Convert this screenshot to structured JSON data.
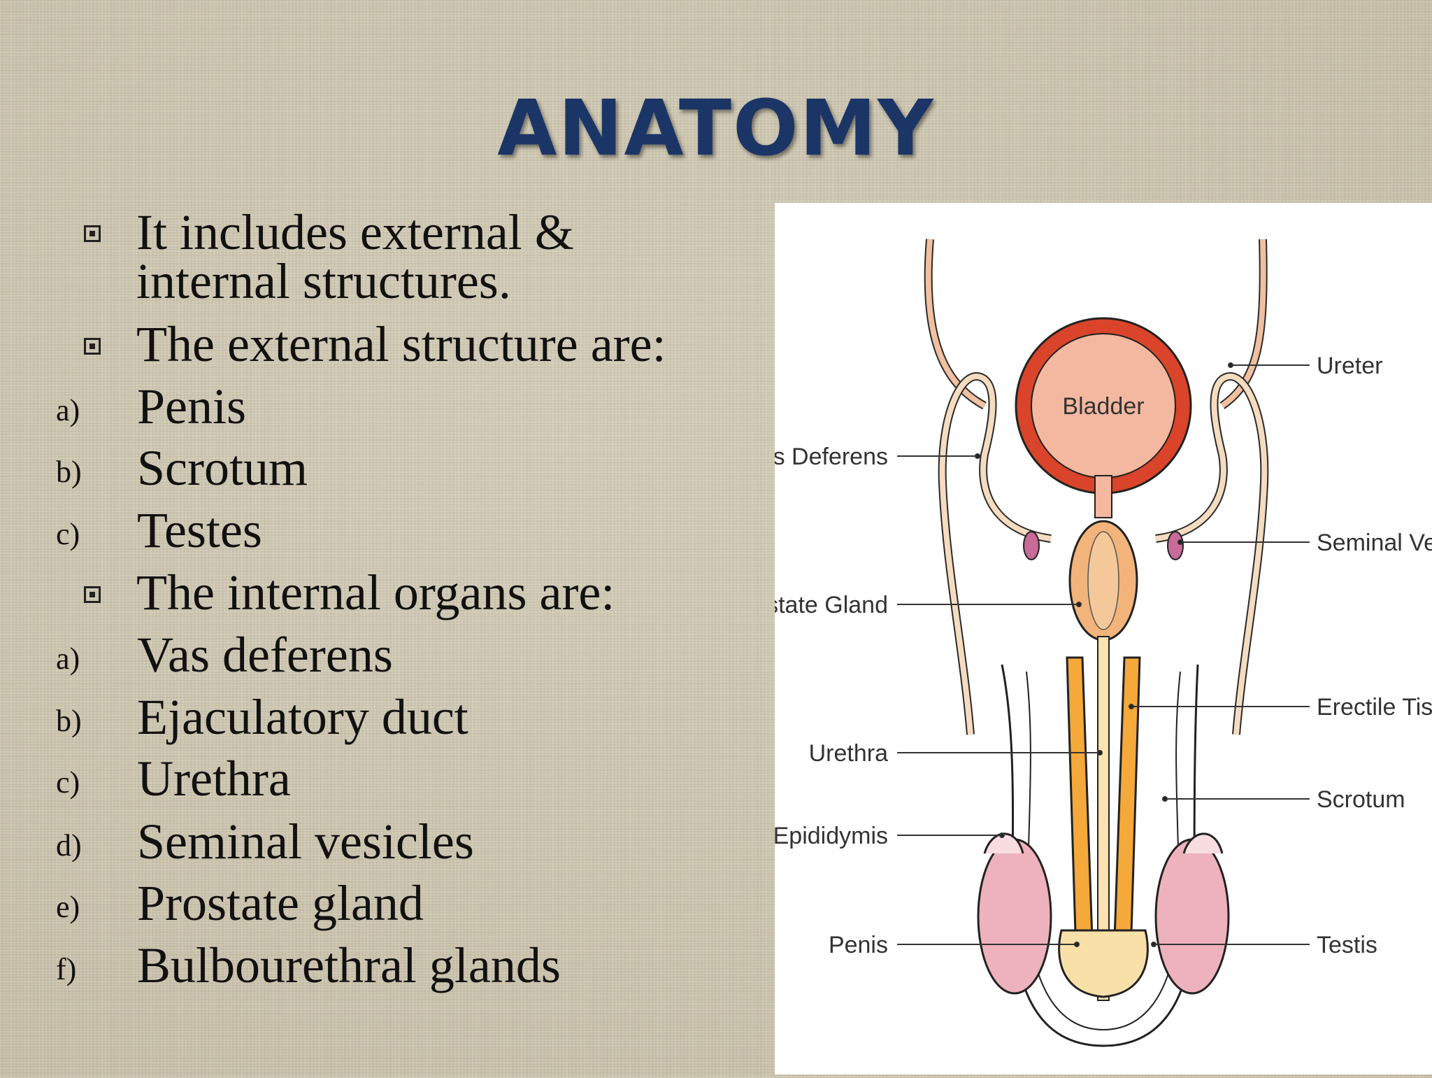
{
  "title": "ANATOMY",
  "bullets": {
    "b1_line1": "It includes external &",
    "b1_line2": "internal structures.",
    "b2": "The external structure are:",
    "b3": "The internal organs are:"
  },
  "external": [
    {
      "marker": "a)",
      "text": "Penis"
    },
    {
      "marker": "b)",
      "text": "Scrotum"
    },
    {
      "marker": "c)",
      "text": "Testes"
    }
  ],
  "internal": [
    {
      "marker": "a)",
      "text": "Vas deferens"
    },
    {
      "marker": "b)",
      "text": "Ejaculatory duct"
    },
    {
      "marker": "c)",
      "text": "Urethra"
    },
    {
      "marker": "d)",
      "text": "Seminal vesicles"
    },
    {
      "marker": "e)",
      "text": "Prostate gland"
    },
    {
      "marker": "f)",
      "text": "Bulbourethral glands"
    }
  ],
  "diagram": {
    "labels": {
      "bladder": "Bladder",
      "ureter": "Ureter",
      "vas_deferens": "Vas Deferens",
      "seminal_vesicle": "Seminal Vesicle",
      "prostate_gland": "Prostate Gland",
      "erectile_tissue": "Erectile Tissue",
      "urethra": "Urethra",
      "scrotum": "Scrotum",
      "epididymis": "Epididymis",
      "penis": "Penis",
      "testis": "Testis"
    }
  }
}
